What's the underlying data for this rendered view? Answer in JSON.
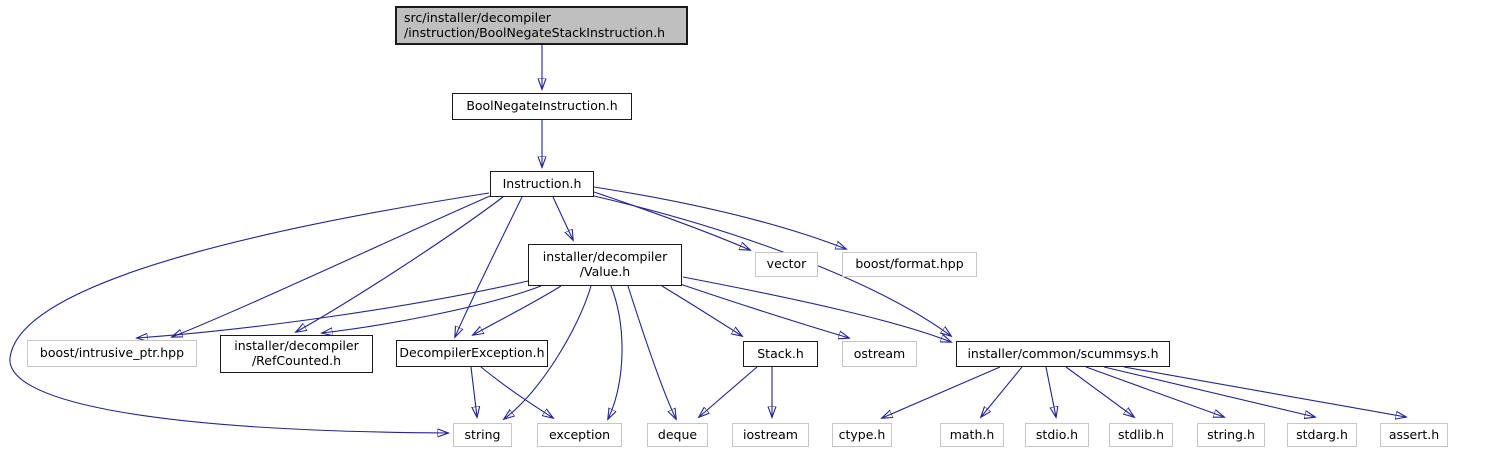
{
  "diagram": {
    "type": "include-dependency-graph",
    "root": {
      "line1": "src/installer/decompiler",
      "line2": "/instruction/BoolNegateStackInstruction.h"
    },
    "nodes": {
      "boolnegate": {
        "label": "BoolNegateInstruction.h"
      },
      "instruction": {
        "label": "Instruction.h"
      },
      "value": {
        "line1": "installer/decompiler",
        "line2": "/Value.h"
      },
      "vector": {
        "label": "vector"
      },
      "format": {
        "label": "boost/format.hpp"
      },
      "intrusive": {
        "label": "boost/intrusive_ptr.hpp"
      },
      "refcounted": {
        "line1": "installer/decompiler",
        "line2": "/RefCounted.h"
      },
      "dexception": {
        "label": "DecompilerException.h"
      },
      "stack": {
        "label": "Stack.h"
      },
      "ostream": {
        "label": "ostream"
      },
      "scummsys": {
        "label": "installer/common/scummsys.h"
      },
      "string": {
        "label": "string"
      },
      "exception": {
        "label": "exception"
      },
      "deque": {
        "label": "deque"
      },
      "iostream": {
        "label": "iostream"
      },
      "ctype": {
        "label": "ctype.h"
      },
      "math": {
        "label": "math.h"
      },
      "stdio": {
        "label": "stdio.h"
      },
      "stdlib": {
        "label": "stdlib.h"
      },
      "stringh": {
        "label": "string.h"
      },
      "stdarg": {
        "label": "stdarg.h"
      },
      "assert": {
        "label": "assert.h"
      }
    },
    "edges": [
      {
        "from": "src/installer/decompiler/instruction/BoolNegateStackInstruction.h",
        "to": "BoolNegateInstruction.h"
      },
      {
        "from": "BoolNegateInstruction.h",
        "to": "Instruction.h"
      },
      {
        "from": "Instruction.h",
        "to": "installer/decompiler/Value.h"
      },
      {
        "from": "Instruction.h",
        "to": "vector"
      },
      {
        "from": "Instruction.h",
        "to": "boost/format.hpp"
      },
      {
        "from": "Instruction.h",
        "to": "installer/common/scummsys.h"
      },
      {
        "from": "Instruction.h",
        "to": "boost/intrusive_ptr.hpp"
      },
      {
        "from": "Instruction.h",
        "to": "installer/decompiler/RefCounted.h"
      },
      {
        "from": "Instruction.h",
        "to": "DecompilerException.h"
      },
      {
        "from": "Instruction.h",
        "to": "string"
      },
      {
        "from": "installer/decompiler/Value.h",
        "to": "boost/intrusive_ptr.hpp"
      },
      {
        "from": "installer/decompiler/Value.h",
        "to": "installer/decompiler/RefCounted.h"
      },
      {
        "from": "installer/decompiler/Value.h",
        "to": "DecompilerException.h"
      },
      {
        "from": "installer/decompiler/Value.h",
        "to": "string"
      },
      {
        "from": "installer/decompiler/Value.h",
        "to": "exception"
      },
      {
        "from": "installer/decompiler/Value.h",
        "to": "deque"
      },
      {
        "from": "installer/decompiler/Value.h",
        "to": "Stack.h"
      },
      {
        "from": "installer/decompiler/Value.h",
        "to": "ostream"
      },
      {
        "from": "installer/decompiler/Value.h",
        "to": "installer/common/scummsys.h"
      },
      {
        "from": "DecompilerException.h",
        "to": "string"
      },
      {
        "from": "DecompilerException.h",
        "to": "exception"
      },
      {
        "from": "Stack.h",
        "to": "deque"
      },
      {
        "from": "Stack.h",
        "to": "iostream"
      },
      {
        "from": "installer/common/scummsys.h",
        "to": "ctype.h"
      },
      {
        "from": "installer/common/scummsys.h",
        "to": "math.h"
      },
      {
        "from": "installer/common/scummsys.h",
        "to": "stdio.h"
      },
      {
        "from": "installer/common/scummsys.h",
        "to": "stdlib.h"
      },
      {
        "from": "installer/common/scummsys.h",
        "to": "string.h"
      },
      {
        "from": "installer/common/scummsys.h",
        "to": "stdarg.h"
      },
      {
        "from": "installer/common/scummsys.h",
        "to": "assert.h"
      }
    ],
    "colors": {
      "edge": "#242492",
      "root_fill": "#bfbfbf",
      "node_fill": "#ffffff",
      "internal_border": "#1a1a1a",
      "external_border": "#c6c6c6"
    }
  }
}
